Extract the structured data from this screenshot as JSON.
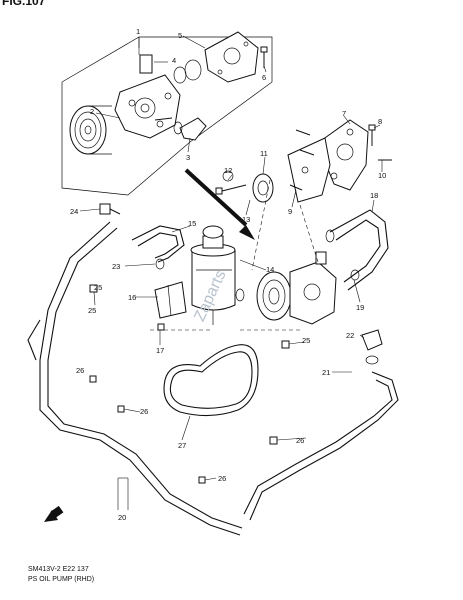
{
  "figure_title": "FIG.107",
  "caption": {
    "code": "SM413V-2 E22 137",
    "name": "PS OIL PUMP (RHD)"
  },
  "callouts": [
    "1",
    "2",
    "3",
    "4",
    "5",
    "6",
    "7",
    "8",
    "9",
    "10",
    "11",
    "12",
    "13",
    "14",
    "15",
    "16",
    "17",
    "18",
    "19",
    "20",
    "21",
    "22",
    "23",
    "24",
    "25",
    "25",
    "25",
    "26",
    "26",
    "26",
    "26",
    "27"
  ],
  "watermark": "Zaparts"
}
